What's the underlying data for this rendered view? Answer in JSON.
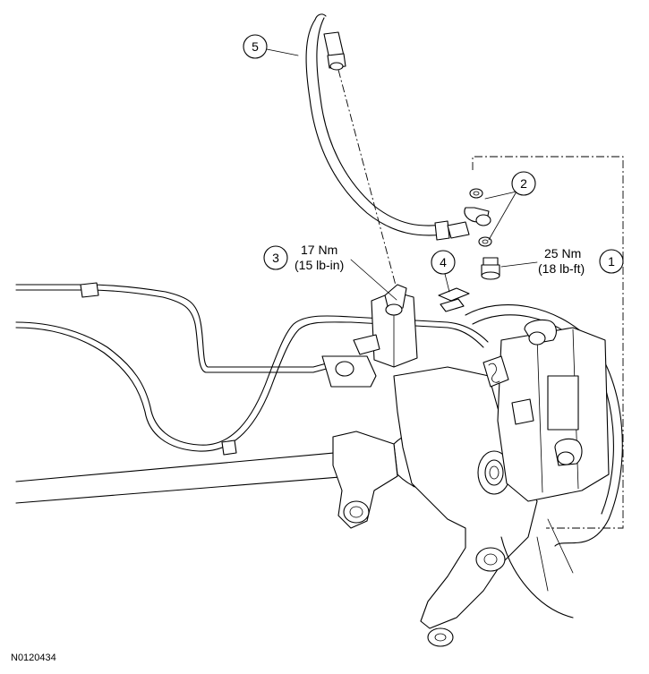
{
  "callouts": [
    {
      "id": "callout-1",
      "number": "1",
      "torque_nm": "25 Nm",
      "torque_imperial": "(18 lb-ft)"
    },
    {
      "id": "callout-2",
      "number": "2"
    },
    {
      "id": "callout-3",
      "number": "3",
      "torque_nm": "17 Nm",
      "torque_imperial": "(15 lb-in)"
    },
    {
      "id": "callout-4",
      "number": "4"
    },
    {
      "id": "callout-5",
      "number": "5"
    }
  ],
  "figure_id": "N0120434"
}
